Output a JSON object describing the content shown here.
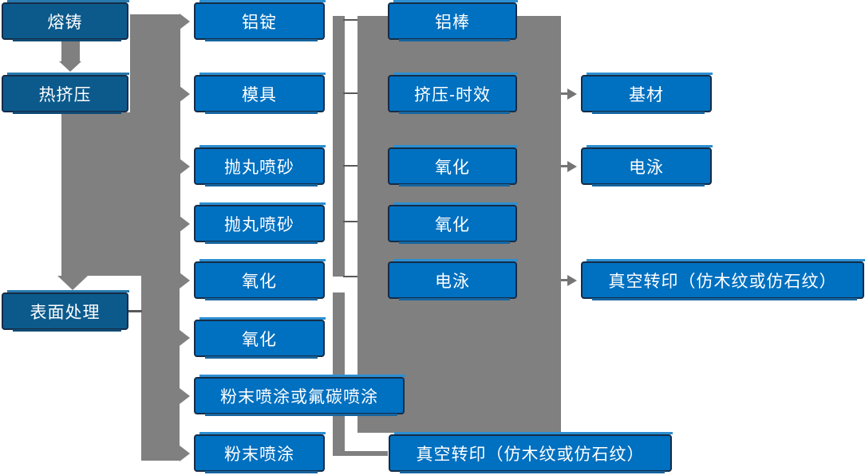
{
  "colors": {
    "background": "#FFFFFF",
    "node_blue": "#0070C0",
    "node_dark": "#0C5A8C",
    "node_border": "#152C47",
    "connector_gray": "#808080",
    "stub_gray": "#595959",
    "arrow_gray": "#757575",
    "strip_top": "#2C8FD2",
    "strip_bottom": "#1565A0",
    "strip_top_dark": "#2779AD",
    "strip_bottom_dark": "#0F4A75",
    "text": "#FFFFFF"
  },
  "nodes": {
    "melting": "熔铸",
    "hot_extrusion": "热挤压",
    "surface_treatment": "表面处理",
    "aluminum_ingot": "铝锭",
    "mold": "模具",
    "shot_blast_1": "抛丸喷砂",
    "shot_blast_2": "抛丸喷砂",
    "oxidation_c2_1": "氧化",
    "oxidation_c2_2": "氧化",
    "powder_or_fluorocarbon": "粉末喷涂或氟碳喷涂",
    "powder_coating": "粉末喷涂",
    "aluminum_rod": "铝棒",
    "extrusion_aging": "挤压-时效",
    "oxidation_c3_1": "氧化",
    "oxidation_c3_2": "氧化",
    "electrophoresis_c3": "电泳",
    "vacuum_transfer_c3": "真空转印（仿木纹或仿石纹）",
    "base_material": "基材",
    "electrophoresis_c4": "电泳",
    "vacuum_transfer_c4": "真空转印（仿木纹或仿石纹）"
  }
}
